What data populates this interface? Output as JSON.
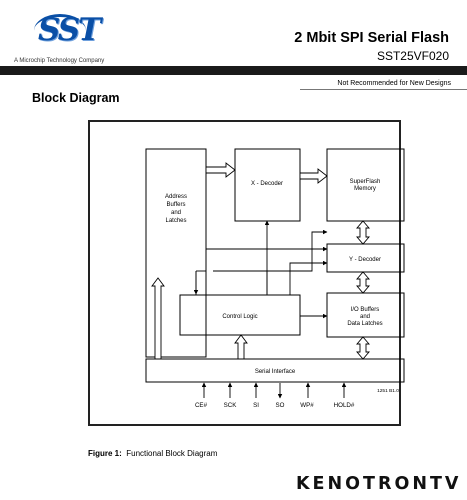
{
  "header": {
    "logo_text": "SST",
    "logo_tagline": "A Microchip Technology Company",
    "title": "2 Mbit SPI Serial Flash",
    "part_number": "SST25VF020",
    "notice": "Not Recommended for New Designs"
  },
  "section_title": "Block Diagram",
  "diagram": {
    "blocks": {
      "address_buffers": [
        "Address",
        "Buffers",
        "and",
        "Latches"
      ],
      "x_decoder": "X - Decoder",
      "superflash_memory": [
        "SuperFlash",
        "Memory"
      ],
      "y_decoder": "Y - Decoder",
      "control_logic": "Control Logic",
      "io_buffers": [
        "I/O Buffers",
        "and",
        "Data Latches"
      ],
      "serial_interface": "Serial Interface"
    },
    "pins": [
      "CE#",
      "SCK",
      "SI",
      "SO",
      "WP#",
      "HOLD#"
    ],
    "figure_code": "1251 B1.0"
  },
  "caption": {
    "label": "Figure 1:",
    "text": "Functional Block Diagram"
  },
  "watermark": "KENOTRONTV",
  "colors": {
    "logo_blue": "#0a4fa6",
    "header_bar": "#1a1a1a"
  }
}
